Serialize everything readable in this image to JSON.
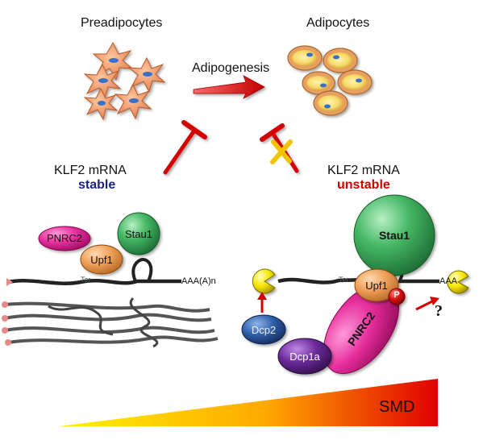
{
  "top": {
    "preadipocytes": "Preadipocytes",
    "adipocytes": "Adipocytes",
    "adipogenesis": "Adipogenesis"
  },
  "left_panel": {
    "mrna_label": "KLF2 mRNA",
    "state": "stable",
    "state_color": "#1a237e",
    "proteins": {
      "pnrc2": "PNRC2",
      "stau1": "Stau1",
      "upf1": "Upf1"
    },
    "ter": "Ter",
    "polya": "AAA(A)n"
  },
  "right_panel": {
    "mrna_label": "KLF2 mRNA",
    "state": "unstable",
    "state_color": "#cc0000",
    "proteins": {
      "stau1": "Stau1",
      "upf1": "Upf1",
      "phospho": "P",
      "pnrc2": "PNRC2",
      "dcp2": "Dcp2",
      "dcp1a": "Dcp1a"
    },
    "ter": "Ter",
    "polya": "AAA",
    "question": "?"
  },
  "bottom": {
    "smd": "SMD"
  },
  "colors": {
    "pnrc2": "#e62e9c",
    "stau1": "#3daa5a",
    "upf1": "#f0a05a",
    "dcp2": "#2f5fa8",
    "dcp1a": "#6a2a9a",
    "phospho": "#dd1111",
    "arrow_red": "#dd1111",
    "pacman": "#f5e600"
  }
}
